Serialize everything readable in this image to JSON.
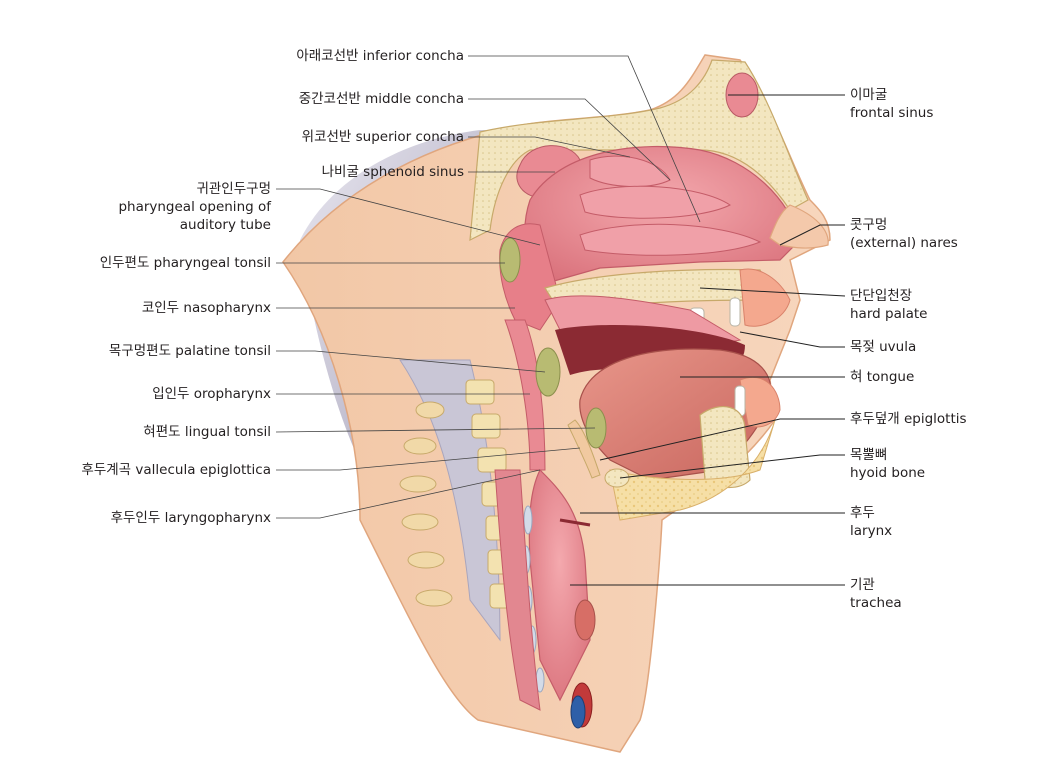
{
  "left_labels": [
    {
      "id": "inferior-concha",
      "lines": [
        "아래코선반 inferior concha"
      ]
    },
    {
      "id": "middle-concha",
      "lines": [
        "중간코선반 middle concha"
      ]
    },
    {
      "id": "superior-concha",
      "lines": [
        "위코선반 superior concha"
      ]
    },
    {
      "id": "sphenoid-sinus",
      "lines": [
        "나비굴 sphenoid sinus"
      ]
    },
    {
      "id": "pharyngeal-opening",
      "lines": [
        "귀관인두구멍",
        "pharyngeal opening of",
        "auditory tube"
      ]
    },
    {
      "id": "pharyngeal-tonsil",
      "lines": [
        "인두편도 pharyngeal tonsil"
      ]
    },
    {
      "id": "nasopharynx",
      "lines": [
        "코인두 nasopharynx"
      ]
    },
    {
      "id": "palatine-tonsil",
      "lines": [
        "목구멍편도 palatine tonsil"
      ]
    },
    {
      "id": "oropharynx",
      "lines": [
        "입인두 oropharynx"
      ]
    },
    {
      "id": "lingual-tonsil",
      "lines": [
        "혀편도 lingual tonsil"
      ]
    },
    {
      "id": "vallecula",
      "lines": [
        "후두계곡 vallecula epiglottica"
      ]
    },
    {
      "id": "laryngopharynx",
      "lines": [
        "후두인두 laryngopharynx"
      ]
    }
  ],
  "right_labels": [
    {
      "id": "frontal-sinus",
      "lines": [
        "이마굴",
        "frontal sinus"
      ]
    },
    {
      "id": "nares",
      "lines": [
        "콧구멍",
        "(external) nares"
      ]
    },
    {
      "id": "hard-palate",
      "lines": [
        "단단입천장",
        "hard palate"
      ]
    },
    {
      "id": "uvula",
      "lines": [
        "목젖 uvula"
      ]
    },
    {
      "id": "tongue",
      "lines": [
        "혀 tongue"
      ]
    },
    {
      "id": "epiglottis",
      "lines": [
        "후두덮개 epiglottis"
      ]
    },
    {
      "id": "hyoid-bone",
      "lines": [
        "목뿔뼈",
        "hyoid bone"
      ]
    },
    {
      "id": "larynx",
      "lines": [
        "후두",
        "larynx"
      ]
    },
    {
      "id": "trachea",
      "lines": [
        "기관",
        "trachea"
      ]
    }
  ]
}
